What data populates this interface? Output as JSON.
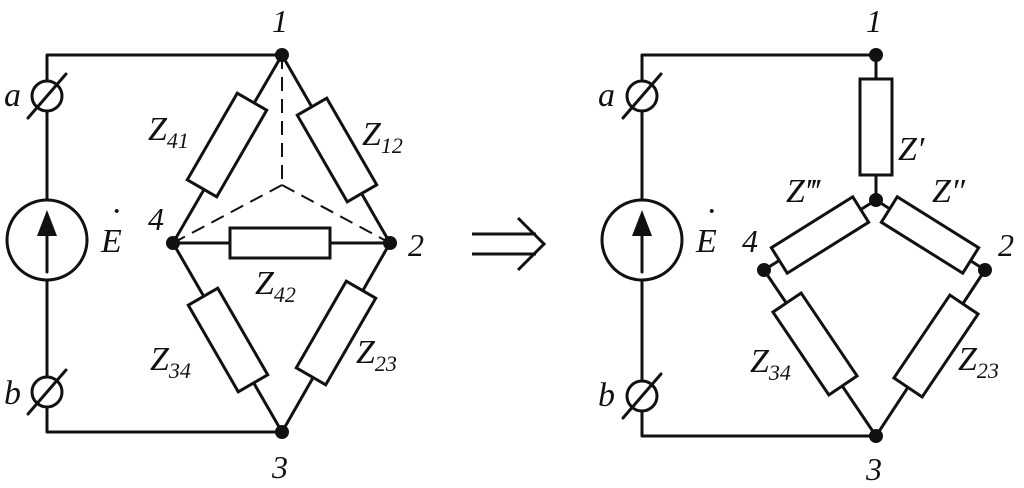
{
  "left": {
    "nodes": {
      "n1": "1",
      "n2": "2",
      "n3": "3",
      "n4": "4"
    },
    "terminals": {
      "a": "a",
      "b": "b"
    },
    "source": {
      "symbol": "E",
      "dot": "·"
    },
    "impedances": {
      "z41": {
        "base": "Z",
        "sub": "41"
      },
      "z12": {
        "base": "Z",
        "sub": "12"
      },
      "z42": {
        "base": "Z",
        "sub": "42"
      },
      "z34": {
        "base": "Z",
        "sub": "34"
      },
      "z23": {
        "base": "Z",
        "sub": "23"
      }
    }
  },
  "transform_symbol": "⇒",
  "right": {
    "nodes": {
      "n1": "1",
      "n2": "2",
      "n3": "3",
      "n4": "4"
    },
    "terminals": {
      "a": "a",
      "b": "b"
    },
    "source": {
      "symbol": "E",
      "dot": "·"
    },
    "impedances": {
      "zp": {
        "base": "Z",
        "prime": "′"
      },
      "zpp": {
        "base": "Z",
        "prime": "″"
      },
      "zppp": {
        "base": "Z",
        "prime": "‴"
      },
      "z34": {
        "base": "Z",
        "sub": "34"
      },
      "z23": {
        "base": "Z",
        "sub": "23"
      }
    }
  }
}
